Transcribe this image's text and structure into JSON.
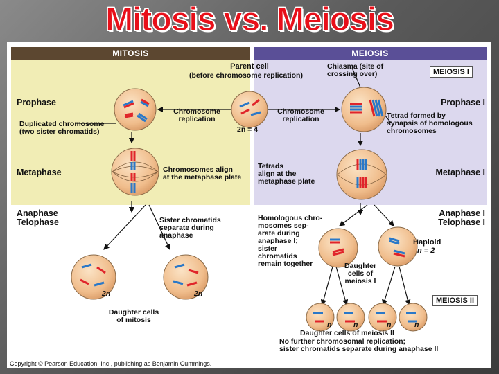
{
  "title": "Mitosis vs. Meiosis",
  "headers": {
    "mitosis": "MITOSIS",
    "meiosis": "MEIOSIS"
  },
  "meiosis_labels": {
    "meiosis_1": "MEIOSIS I",
    "meiosis_2": "MEIOSIS II"
  },
  "phases": {
    "prophase": "Prophase",
    "metaphase": "Metaphase",
    "anaphase_telophase": "Anaphase\nTelophase",
    "prophase_1": "Prophase I",
    "metaphase_1": "Metaphase I",
    "anaphase_telophase_1": "Anaphase I\nTelophase I"
  },
  "annotations": {
    "parent_cell": "Parent cell",
    "parent_cell_sub": "(before chromosome replication)",
    "chiasma": "Chiasma (site of\ncrossing over)",
    "duplicated": "Duplicated chromosome\n(two sister chromatids)",
    "replication_left": "Chromosome\nreplication",
    "replication_right": "Chromosome\nreplication",
    "two_n_4": "2n = 4",
    "tetrad_formed": "Tetrad formed by\nsynapsis of homologous\nchromosomes",
    "align_metaphase": "Chromosomes align\nat the metaphase plate",
    "tetrads_align": "Tetrads\nalign at the\nmetaphase plate",
    "sister_separate": "Sister chromatids\nseparate during\nanaphase",
    "homologous_separate": "Homologous chro-\nmosomes sep-\narate during\nanaphase I;\nsister\nchromatids\nremain together",
    "haploid": "Haploid",
    "n_2": "n = 2",
    "daughter_meiosis_1": "Daughter\ncells of\nmeiosis I",
    "daughter_mitosis": "Daughter cells\nof mitosis",
    "two_n_left": "2n",
    "two_n_right": "2n",
    "n1": "n",
    "n2": "n",
    "n3": "n",
    "n4": "n",
    "daughter_meiosis_2": "Daughter cells of meiosis II",
    "no_further": "No further chromosomal replication;\nsister chromatids separate during anaphase II"
  },
  "copyright": "Copyright © Pearson Education, Inc., publishing as Benjamin Cummings.",
  "colors": {
    "chrom_red": "#e0242a",
    "chrom_blue": "#2a78c8",
    "cell": "#f3c79a",
    "mitosis_band": "#5c4730",
    "meiosis_band": "#5a4f97",
    "title": "#e8101a"
  }
}
